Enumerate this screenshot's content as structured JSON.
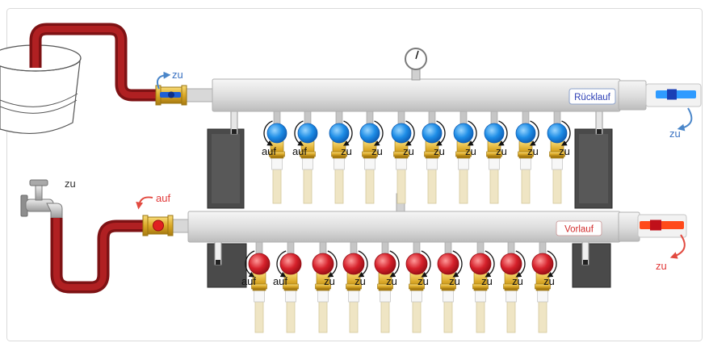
{
  "diagram": {
    "return_manifold_label": "Rücklauf",
    "flow_manifold_label": "Vorlauf",
    "return_inlet_valve_state": "zu",
    "return_outlet_valve_state": "zu",
    "faucet_state": "zu",
    "flow_inlet_valve_state": "auf",
    "flow_outlet_valve_state": "zu"
  },
  "return_circuit_valves": [
    "auf",
    "auf",
    "zu",
    "zu",
    "zu",
    "zu",
    "zu",
    "zu",
    "zu",
    "zu"
  ],
  "flow_circuit_valves": [
    "auf",
    "auf",
    "zu",
    "zu",
    "zu",
    "zu",
    "zu",
    "zu",
    "zu",
    "zu"
  ],
  "colors": {
    "return_label": "#3a72c2",
    "return_tag": "#2b3db4",
    "flow_label": "#e23a3a",
    "flow_tag": "#d22a2a",
    "return_valve_cap": "#1e8de6",
    "flow_valve_cap": "#d6212b",
    "hose": "#b02022"
  }
}
